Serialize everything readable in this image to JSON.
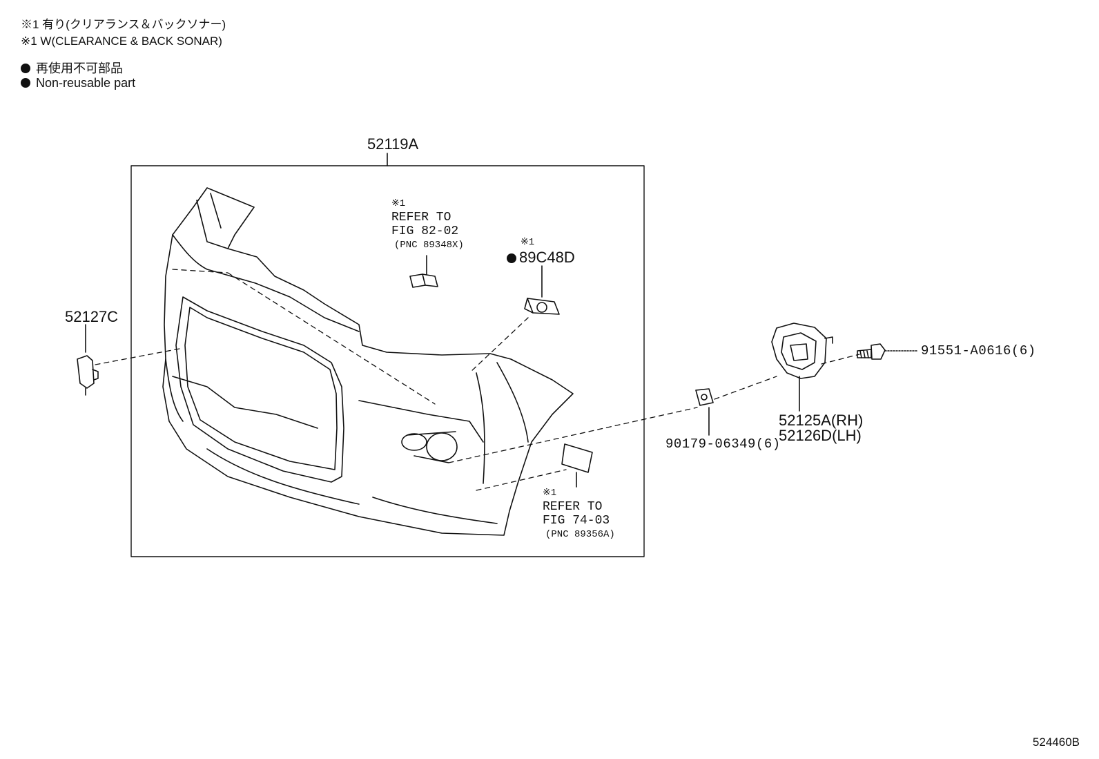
{
  "notes": {
    "line1": "※1 有り(クリアランス＆バックソナー)",
    "line2": "※1 W(CLEARANCE & BACK SONAR)"
  },
  "legend": {
    "line1": "再使用不可部品",
    "line2": "Non-reusable part"
  },
  "parts": {
    "bumper_cover": "52119A",
    "grille_clip": "52127C",
    "sensor": "89C48D",
    "sensor_note": "※1",
    "bracket_rh": "52125A(RH)",
    "bracket_lh": "52126D(LH)",
    "screw": "91551-A0616(6)",
    "nut": "90179-06349(6)"
  },
  "refs": {
    "upper": {
      "mark": "※1",
      "line1": "REFER TO",
      "line2": "FIG 82-02",
      "line3": "(PNC 89348X)"
    },
    "lower": {
      "mark": "※1",
      "line1": "REFER TO",
      "line2": "FIG 74-03",
      "line3": "(PNC 89356A)"
    }
  },
  "figure_id": "524460B"
}
